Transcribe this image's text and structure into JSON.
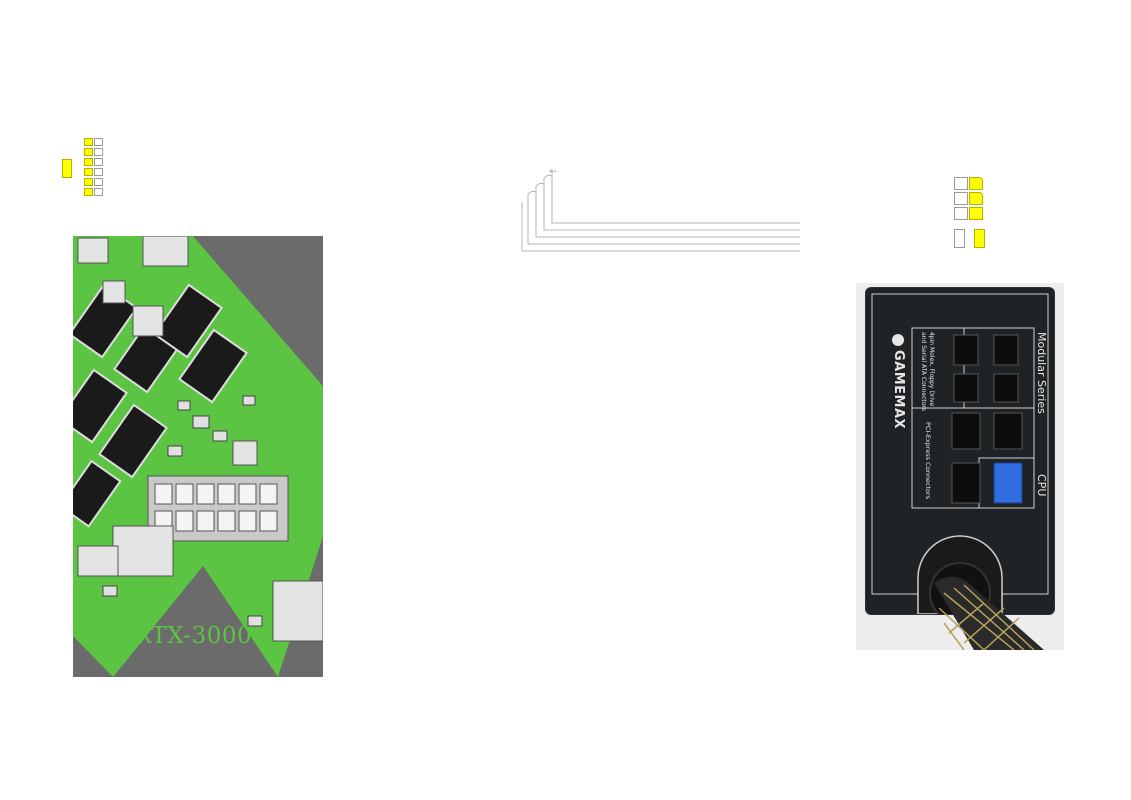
{
  "gpu": {
    "label": "RTX-3000",
    "colors": {
      "pcb": "#5cc443",
      "background": "#6b6b6b",
      "connector": "#d8d8d8"
    }
  },
  "psu": {
    "brand": "GAMEMAX",
    "series": "Modular Series",
    "cpu_label": "CPU",
    "molex_label_line1": "4pin Molex, Floppy Drive",
    "molex_label_line2": "and Serial ATA Connectors",
    "pcie_label": "PCI-Express  Connectors",
    "colors": {
      "body": "#1f2326",
      "cpu_port": "#2f6fe0",
      "cable": "#b5a25a"
    }
  },
  "pinout_left": {
    "highlight_color": "#ffff00"
  },
  "pinout_right": {
    "highlight_color": "#ffff00"
  }
}
